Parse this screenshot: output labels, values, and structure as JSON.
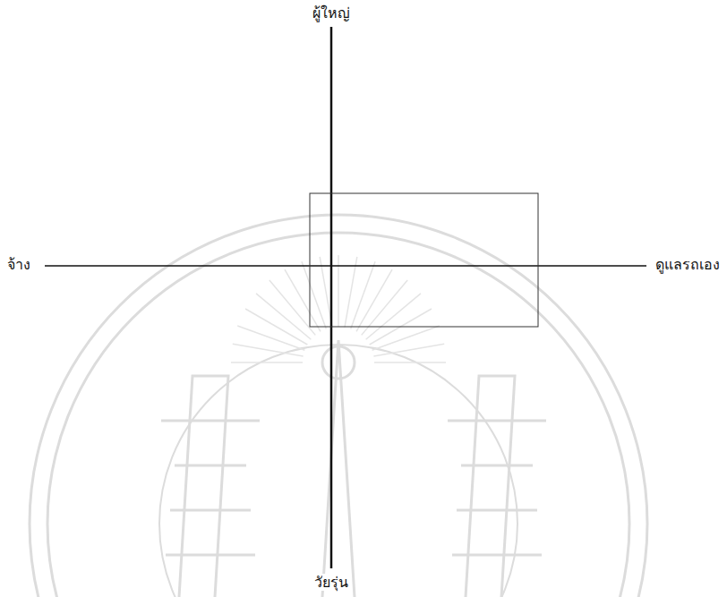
{
  "diagram": {
    "labels": [
      "ผู้ใหญ่",
      "จ้าง",
      "ดูแลรถเอง",
      "วัยรุ่น"
    ]
  }
}
